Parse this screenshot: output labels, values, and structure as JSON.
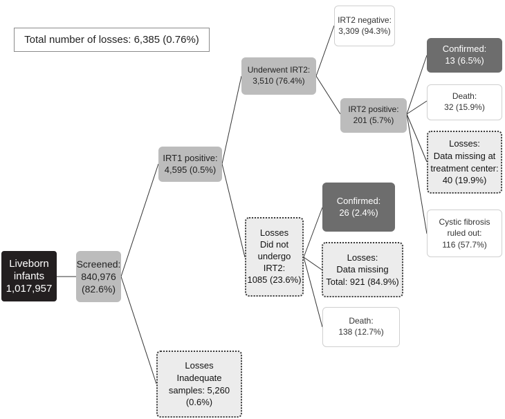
{
  "total": "Total number of losses: 6,385 (0.76%)",
  "nodes": {
    "liveborn": {
      "line1": "Liveborn",
      "line2": "infants",
      "line3": "1,017,957"
    },
    "screened": {
      "line1": "Screened:",
      "line2": "840,976",
      "line3": "(82.6%)"
    },
    "irt1_positive": {
      "line1": "IRT1 positive:",
      "line2": "4,595 (0.5%)"
    },
    "inadequate": {
      "line1": "Losses",
      "line2": "Inadequate",
      "line3": "samples: 5,260",
      "line4": "(0.6%)"
    },
    "underwent_irt2": {
      "line1": "Underwent IRT2:",
      "line2": "3,510 (76.4%)"
    },
    "not_undergo_irt2": {
      "line1": "Losses",
      "line2": "Did not",
      "line3": "undergo",
      "line4": "IRT2:",
      "line5": "1085 (23.6%)"
    },
    "irt2_negative": {
      "line1": "IRT2 negative:",
      "line2": "3,309 (94.3%)"
    },
    "irt2_positive": {
      "line1": "IRT2 positive:",
      "line2": "201 (5.7%)"
    },
    "confirmed_1": {
      "line1": "Confirmed:",
      "line2": "13 (6.5%)"
    },
    "death_1": {
      "line1": "Death:",
      "line2": "32 (15.9%)"
    },
    "missing_center": {
      "line1": "Losses:",
      "line2": "Data missing at",
      "line3": "treatment center:",
      "line4": "40 (19.9%)"
    },
    "cf_ruled_out": {
      "line1": "Cystic fibrosis",
      "line2": "ruled out:",
      "line3": "116 (57.7%)"
    },
    "confirmed_2": {
      "line1": "Confirmed:",
      "line2": "26 (2.4%)"
    },
    "missing_total": {
      "line1": "Losses:",
      "line2": "Data missing",
      "line3": "Total: 921 (84.9%)"
    },
    "death_2": {
      "line1": "Death:",
      "line2": "138 (12.7%)"
    }
  }
}
